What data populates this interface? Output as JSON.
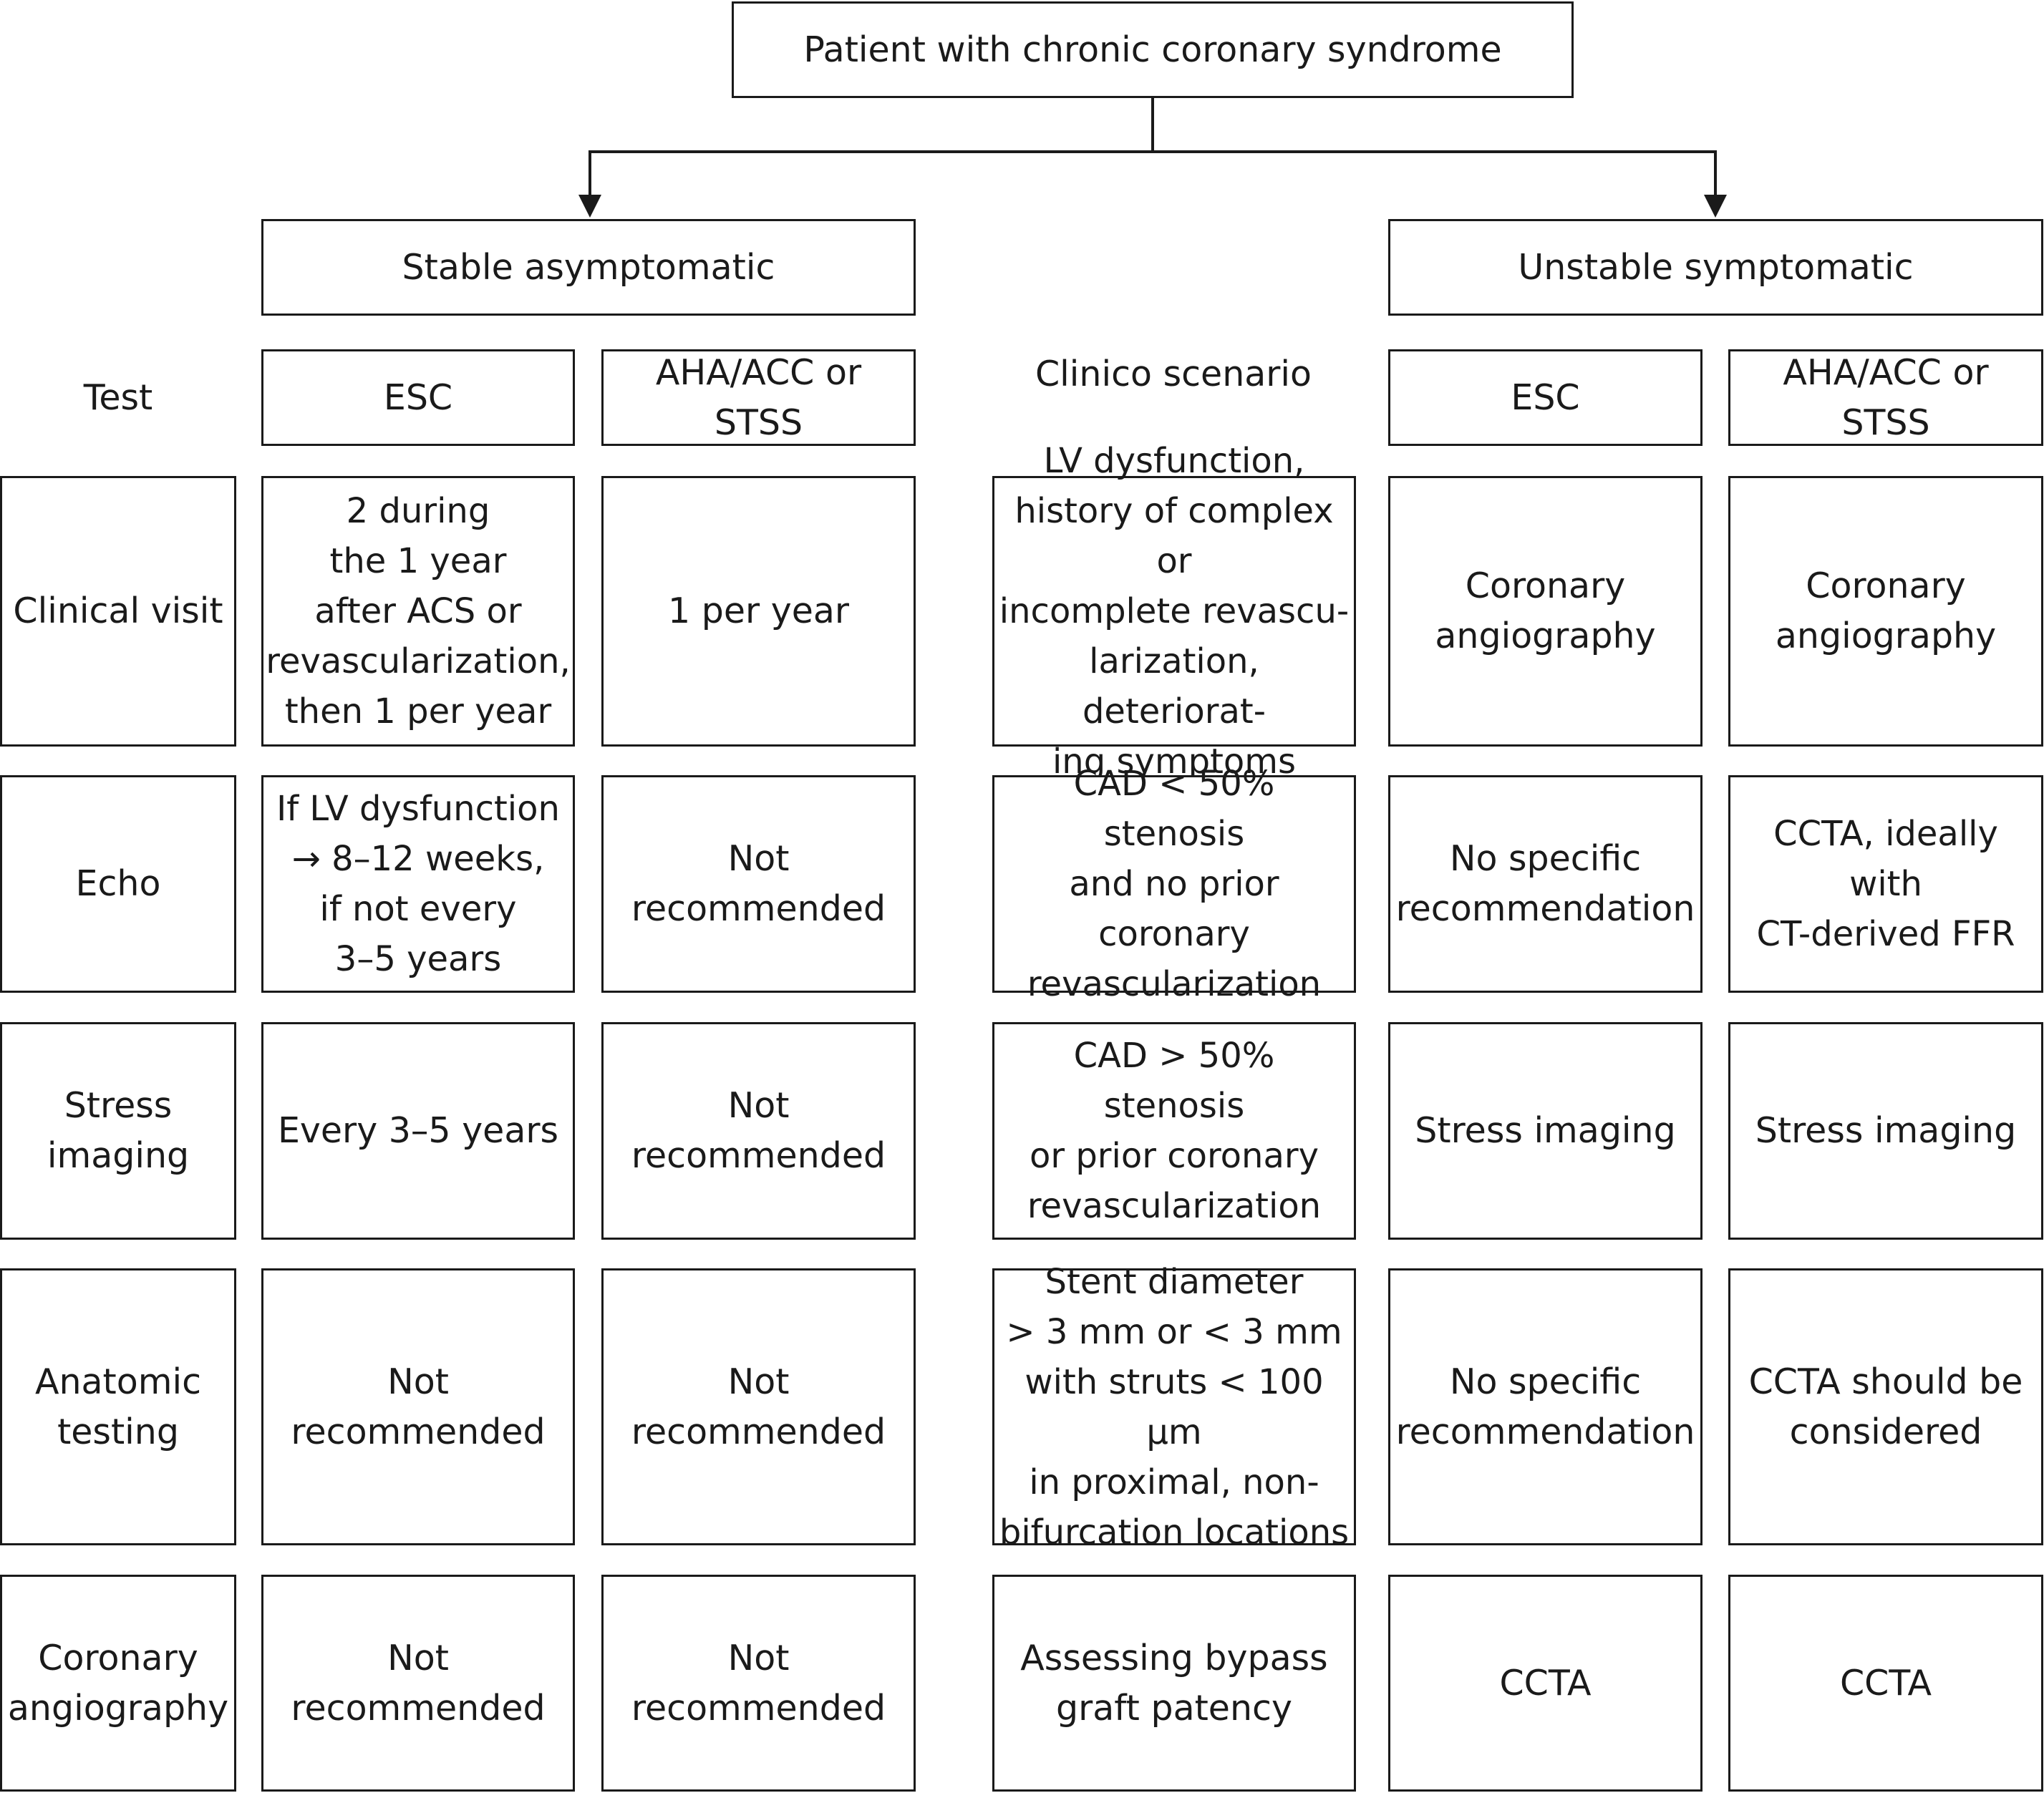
{
  "root": {
    "label": "Patient with chronic coronary syndrome"
  },
  "branches": {
    "stable": "Stable asymptomatic",
    "unstable": "Unstable symptomatic"
  },
  "headers": {
    "test": "Test",
    "stable_esc": "ESC",
    "stable_aha": "AHA/ACC or STSS",
    "scenario": "Clinico scenario",
    "unstable_esc": "ESC",
    "unstable_aha": "AHA/ACC or STSS"
  },
  "rows": [
    {
      "test": "Clinical visit",
      "stable_esc": "2 during\nthe 1 year\nafter ACS or\nrevascularization,\nthen 1 per year",
      "stable_aha": "1 per year",
      "scenario": "LV dysfunction,\nhistory of complex or\nincomplete revascu-\nlarization, deteriorat-\ning symptoms",
      "unstable_esc": "Coronary\nangiography",
      "unstable_aha": "Coronary\nangiography"
    },
    {
      "test": "Echo",
      "stable_esc": "If LV dysfunction\n→ 8–12 weeks,\nif not every\n3–5 years",
      "stable_aha": "Not\nrecommended",
      "scenario": "CAD < 50% stenosis\nand no prior\ncoronary\nrevascularization",
      "unstable_esc": "No specific\nrecommendation",
      "unstable_aha": "CCTA, ideally with\nCT-derived FFR"
    },
    {
      "test": "Stress\nimaging",
      "stable_esc": "Every 3–5 years",
      "stable_aha": "Not\nrecommended",
      "scenario": "CAD > 50% stenosis\nor prior coronary\nrevascularization",
      "unstable_esc": "Stress imaging",
      "unstable_aha": "Stress imaging"
    },
    {
      "test": "Anatomic\ntesting",
      "stable_esc": "Not\nrecommended",
      "stable_aha": "Not\nrecommended",
      "scenario": "Stent diameter\n> 3 mm or < 3 mm\nwith struts < 100 µm\nin proximal, non-\nbifurcation locations",
      "unstable_esc": "No specific\nrecommendation",
      "unstable_aha": "CCTA should be\nconsidered"
    },
    {
      "test": "Coronary\nangiography",
      "stable_esc": "Not\nrecommended",
      "stable_aha": "Not\nrecommended",
      "scenario": "Assessing bypass\ngraft patency",
      "unstable_esc": "CCTA",
      "unstable_aha": "CCTA"
    }
  ]
}
